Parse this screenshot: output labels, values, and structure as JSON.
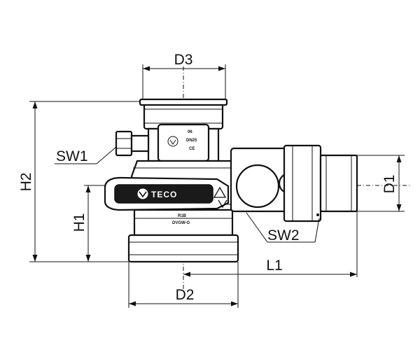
{
  "dimensions": {
    "d3": "D3",
    "h2": "H2",
    "sw1": "SW1",
    "h1": "H1",
    "d2": "D2",
    "l1": "L1",
    "sw2": "SW2",
    "d1": "D1"
  },
  "markings": {
    "brand": "TECO",
    "pressure": "06",
    "nominal": "DN25",
    "ce": "CE",
    "thread": "R1B",
    "approval": "DVGW-G"
  },
  "colors": {
    "line": "#111111",
    "body_dark": "#1a1a1a",
    "background": "#ffffff"
  }
}
